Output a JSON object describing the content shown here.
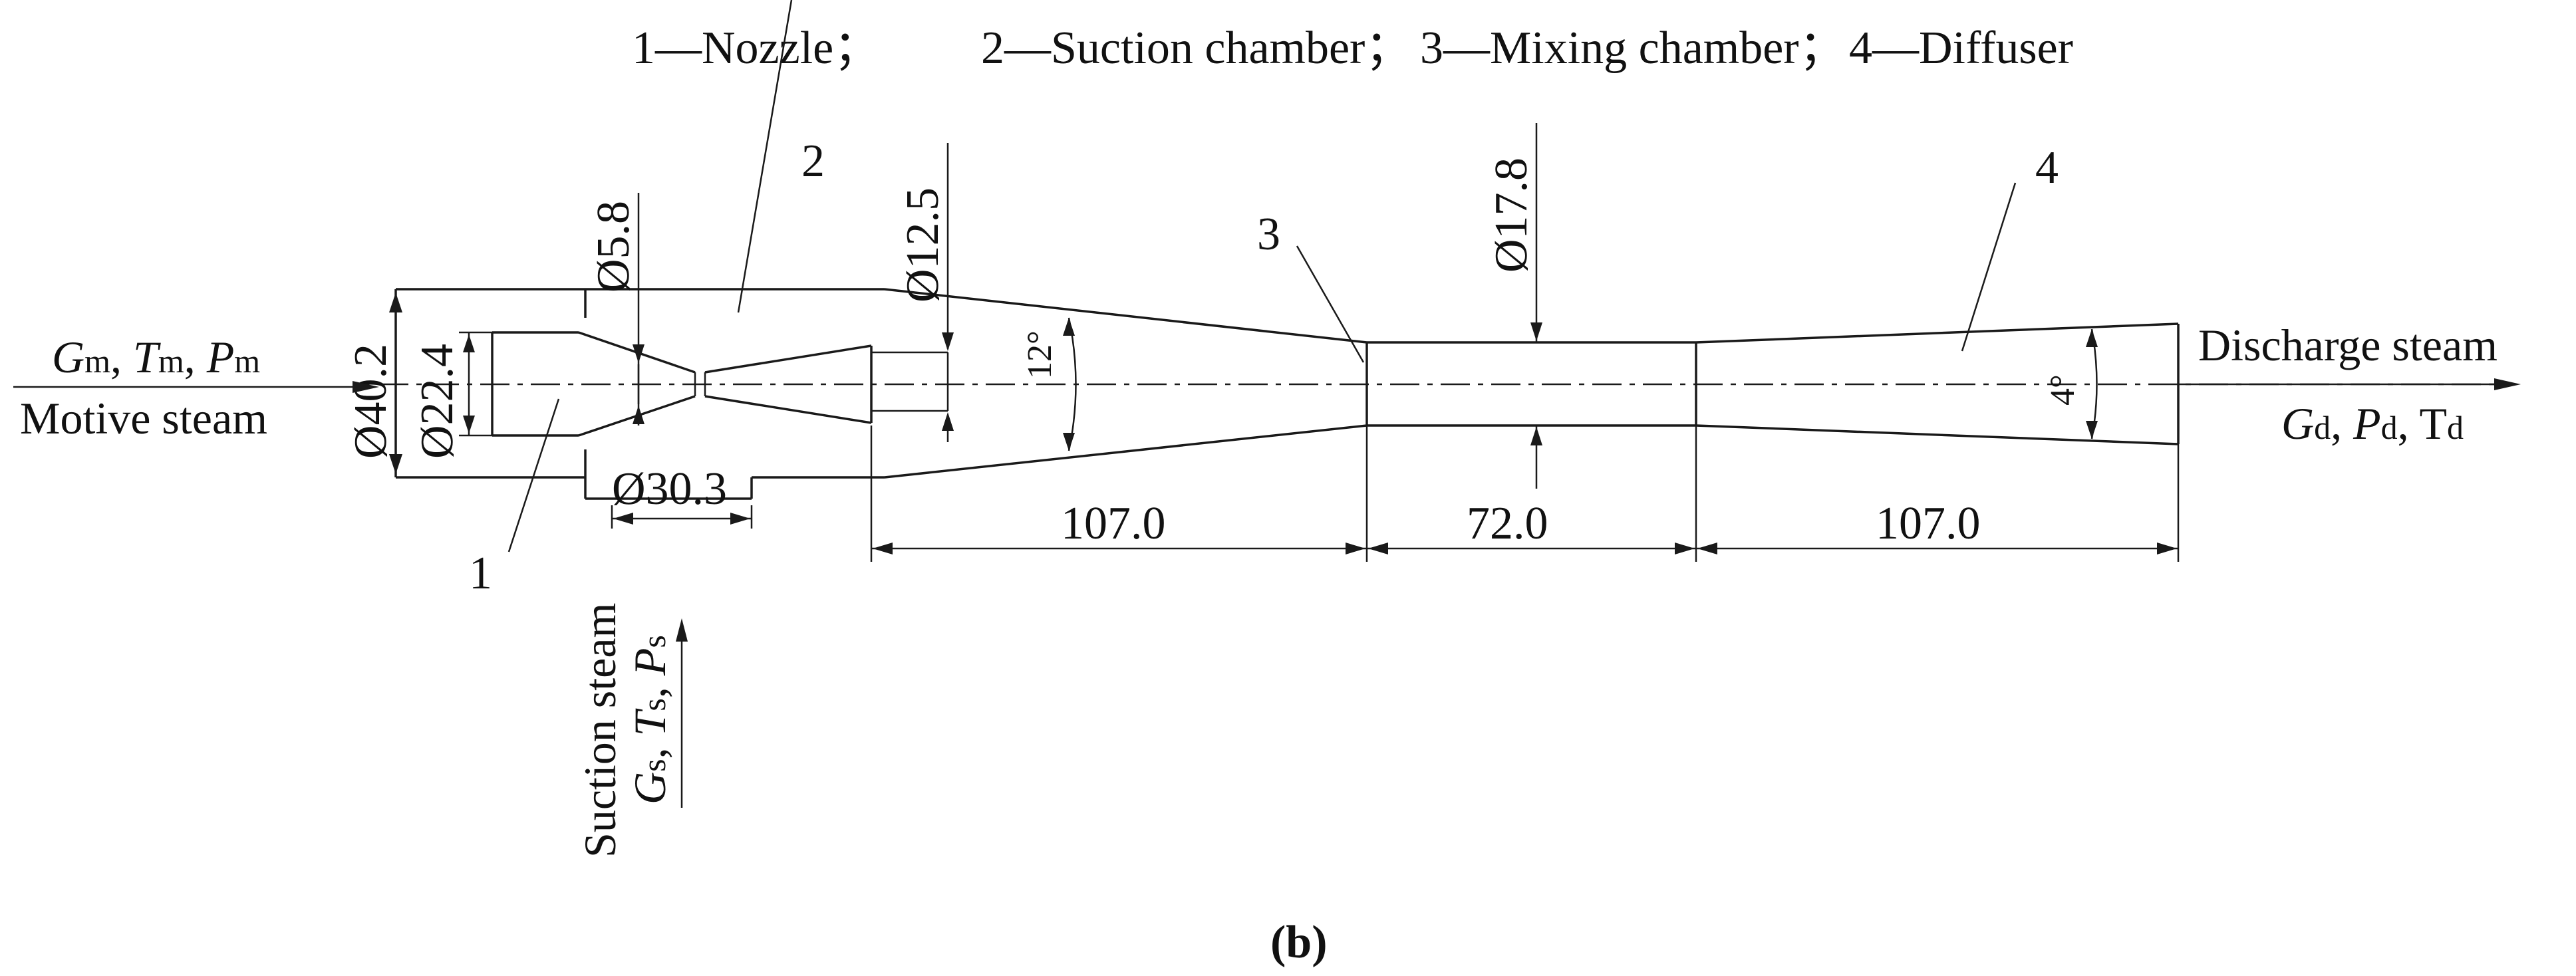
{
  "legend": {
    "item1": "1—Nozzle；",
    "item2": "2—Suction chamber；",
    "item3": "3—Mixing chamber；",
    "item4": "4—Diffuser"
  },
  "callouts": {
    "c1": "1",
    "c2": "2",
    "c3": "3",
    "c4": "4"
  },
  "dimensions": {
    "d_outer": "Ø40.2",
    "d_inner": "Ø22.4",
    "d_throat": "Ø5.8",
    "d_suction": "Ø30.3",
    "d_exit": "Ø12.5",
    "d_mix": "Ø17.8",
    "angle_converge": "12°",
    "angle_diffuser": "4°",
    "len_converge": "107.0",
    "len_mix": "72.0",
    "len_diffuser": "107.0"
  },
  "inlet": {
    "vars": {
      "g": "G",
      "g_sub": "m",
      "t": "T",
      "t_sub": "m",
      "p": "P",
      "p_sub": "m"
    },
    "label": "Motive steam"
  },
  "suction": {
    "label": "Suction steam",
    "vars": {
      "g": "G",
      "g_sub": "s",
      "t": "T",
      "t_sub": "s",
      "p": "P",
      "p_sub": "s"
    }
  },
  "outlet": {
    "label": "Discharge steam",
    "vars": {
      "g": "G",
      "g_sub": "d",
      "p": "P",
      "p_sub": "d",
      "t": "T",
      "t_sub": "d"
    }
  },
  "caption": "(b)"
}
